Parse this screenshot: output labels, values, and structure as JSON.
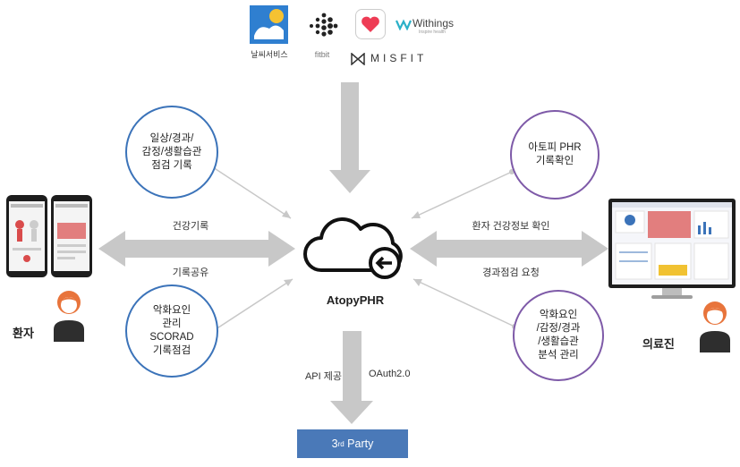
{
  "logos": {
    "weather": "날씨서비스",
    "fitbit": "fitbit",
    "withings_main": "Withings",
    "withings_sub": "Inspire health",
    "misfit": "MISFIT"
  },
  "center": {
    "label": "AtopyPHR"
  },
  "bubbles": {
    "left_top": "일상/경과/\n감정/생활습관\n점검 기록",
    "left_bottom": "악화요인\n관리\nSCORAD\n기록점검",
    "right_top": "아토피 PHR\n기록확인",
    "right_bottom": "악화요인\n/감정/경과\n/생활습관\n분석 관리"
  },
  "flows": {
    "left_upper": "건강기록",
    "left_lower": "기록공유",
    "right_upper": "환자 건강정보 확인",
    "right_lower": "경과점검 요청",
    "api": "API 제공",
    "oauth": "OAuth2.0"
  },
  "actors": {
    "patient": "환자",
    "doctor": "의료진"
  },
  "third_party": {
    "base": "3",
    "sup": "rd",
    "rest": " Party"
  },
  "colors": {
    "bubble_blue": "#3b73b9",
    "bubble_purple": "#7e5aa8",
    "arrow_gray": "#c8c8c8",
    "third_party_bg": "#4a79b8",
    "avatar_orange": "#e8743b"
  }
}
